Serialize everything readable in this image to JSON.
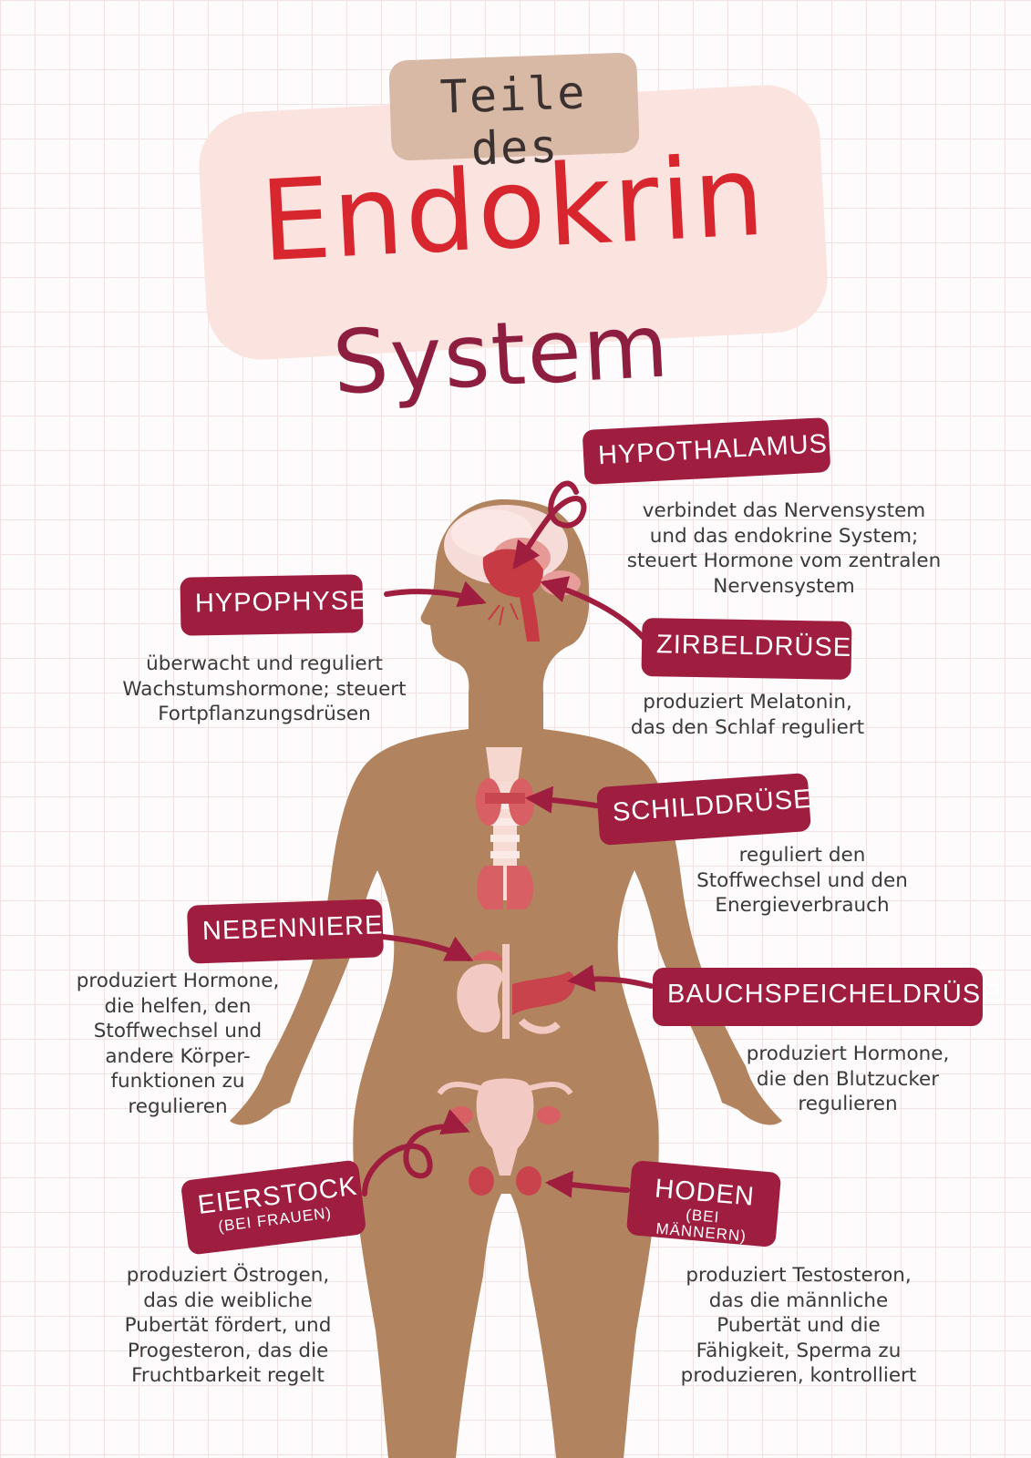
{
  "title": {
    "line1": "Teile des",
    "line2": "Endokrin",
    "line3": "System"
  },
  "colors": {
    "label_bg": "#9f1d3f",
    "body": "#b1845f",
    "title_red": "#d8262f",
    "title_maroon": "#8e1e40",
    "arrow": "#9f1d3f"
  },
  "glands": {
    "hypothalamus": {
      "label": "HYPOTHALAMUS",
      "description": "verbindet das Nervensystem\nund das endokrine System;\nsteuert Hormone vom zentralen\nNervensystem"
    },
    "hypophyse": {
      "label": "HYPOPHYSE",
      "description": "überwacht und reguliert\nWachstumshormone; steuert\nFortpflanzungsdrüsen"
    },
    "zirbeldruese": {
      "label": "ZIRBELDRÜSE",
      "description": "produziert Melatonin,\ndas den Schlaf reguliert"
    },
    "schilddruese": {
      "label": "SCHILDDRÜSE",
      "description": "reguliert den\nStoffwechsel und den\nEnergieverbrauch"
    },
    "nebenniere": {
      "label": "NEBENNIERE",
      "description": "produziert Hormone,\ndie helfen, den\nStoffwechsel und\nandere Körper-\nfunktionen zu\nregulieren"
    },
    "bauchspeicheldruese": {
      "label": "BAUCHSPEICHELDRÜSE",
      "description": "produziert Hormone,\ndie den Blutzucker\nregulieren"
    },
    "eierstock": {
      "label": "EIERSTOCK",
      "sub": "(BEI FRAUEN)",
      "description": "produziert Östrogen,\ndas die weibliche\nPubertät fördert, und\nProgesteron, das die\nFruchtbarkeit regelt"
    },
    "hoden": {
      "label": "HODEN",
      "sub": "(BEI MÄNNERN)",
      "description": "produziert Testosteron,\ndas die männliche\nPubertät und die\nFähigkeit, Sperma zu\nproduzieren, kontrolliert"
    }
  }
}
